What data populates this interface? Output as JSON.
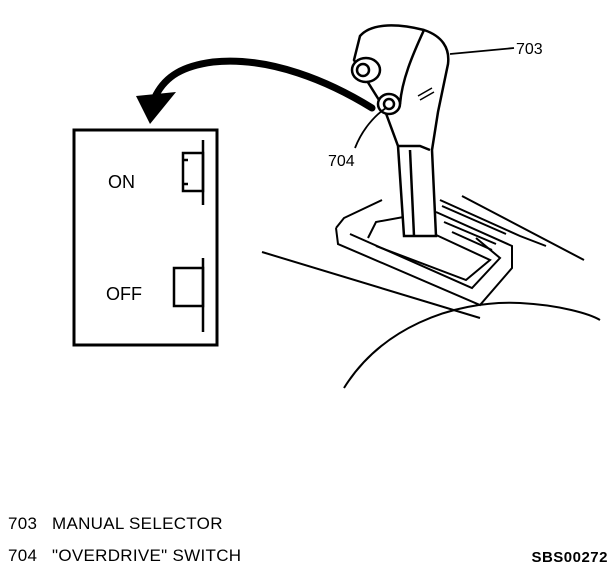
{
  "callouts": {
    "selector_number": "703",
    "switch_number": "704"
  },
  "switch_panel": {
    "on_label": "ON",
    "off_label": "OFF"
  },
  "legend": [
    {
      "number": "703",
      "label": "MANUAL SELECTOR"
    },
    {
      "number": "704",
      "label": "\"OVERDRIVE\" SWITCH"
    }
  ],
  "document_id": "SBS00272"
}
